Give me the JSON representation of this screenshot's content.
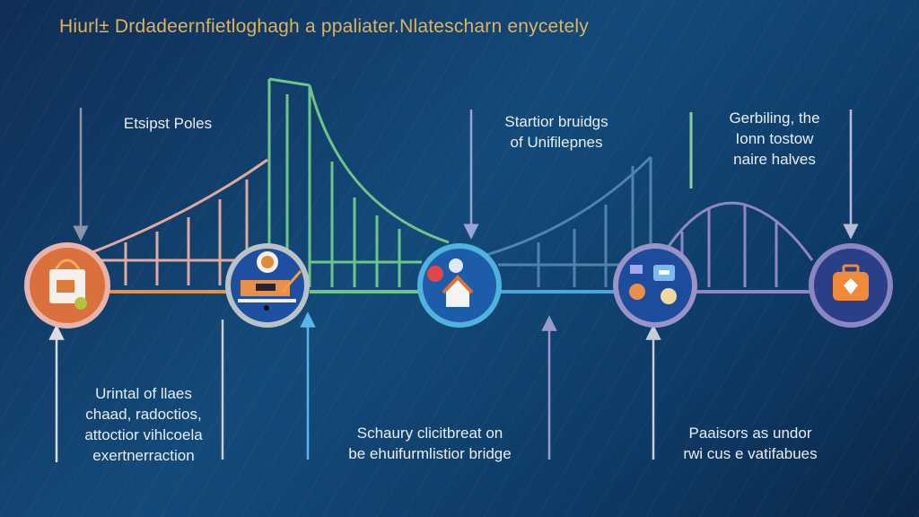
{
  "title": "Hiurl± Drdadeernfietloghagh a ppaliater.Nlatescharn enycetely",
  "top_captions": [
    {
      "lines": [
        "Etsipst Poles"
      ]
    },
    {
      "lines": [
        "Startior bruidgs",
        "of Unifilepnes"
      ]
    },
    {
      "lines": [
        "Gerbiling, the",
        "Ionn tostow",
        "naire halves"
      ]
    }
  ],
  "bottom_captions": [
    {
      "lines": [
        "Urintal of llaes",
        "chaad, radoctios,",
        "attoctior vihlcoela",
        "exertnerraction"
      ]
    },
    {
      "lines": [
        "Schaury clicitbreat on",
        "be ehuifurmlistior bridge"
      ]
    },
    {
      "lines": [
        "Paaisors as undor",
        "rwi cus e vatifabues"
      ]
    }
  ],
  "nodes": [
    {
      "icon": "shopping-bag-icon",
      "ring": "#e8b3a8",
      "fill": "#d9703d"
    },
    {
      "icon": "monitor-icon",
      "ring": "#b9c3c6",
      "fill": "#1f4fa0"
    },
    {
      "icon": "house-cloud-icon",
      "ring": "#4fb3dd",
      "fill": "#1c5ca8"
    },
    {
      "icon": "apps-icon",
      "ring": "#9a93c7",
      "fill": "#1d4c9c"
    },
    {
      "icon": "briefcase-icon",
      "ring": "#8a86c2",
      "fill": "#2a3f86"
    }
  ],
  "colors": {
    "title": "#e2b257",
    "orange": "#e8904a",
    "green": "#6fc48a",
    "blue": "#4aa7d8",
    "purple": "#8f86c6",
    "pink": "#e0a9a0"
  }
}
